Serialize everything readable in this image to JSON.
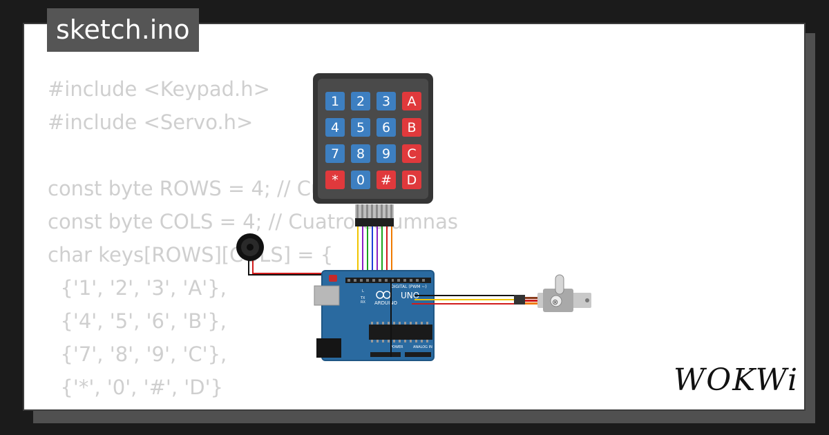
{
  "file_title": "sketch.ino",
  "code_lines": [
    "#include <Keypad.h>",
    "#include <Servo.h>",
    "",
    "const byte ROWS = 4; // Cuatro filas",
    "const byte COLS = 4; // Cuatro columnas",
    "char keys[ROWS][COLS] = {",
    "  {'1', '2', '3', 'A'},",
    "  {'4', '5', '6', 'B'},",
    "  {'7', '8', '9', 'C'},",
    "  {'*', '0', '#', 'D'}",
    "};"
  ],
  "keypad": {
    "rows": [
      [
        "1",
        "2",
        "3",
        "A"
      ],
      [
        "4",
        "5",
        "6",
        "B"
      ],
      [
        "7",
        "8",
        "9",
        "C"
      ],
      [
        "*",
        "0",
        "#",
        "D"
      ]
    ],
    "colors": {
      "number_key": "#3d7fc1",
      "special_key": "#e0393c",
      "body": "#4a4a4a",
      "frame": "#353535"
    }
  },
  "arduino": {
    "brand_text": "ARDUINO",
    "model_text": "UNO",
    "digital_label": "DIGITAL (PWM ~)",
    "power_label": "POWER",
    "analog_label": "ANALOG IN",
    "tx_label": "TX",
    "rx_label": "RX",
    "l_label": "L",
    "board_color": "#2a6aa0"
  },
  "brand": "WOKWi",
  "colors": {
    "wire_red": "#d11b1b",
    "wire_black": "#111111",
    "wire_yellow": "#f0c400",
    "wire_orange": "#f07a00",
    "wire_green": "#1aa31a",
    "wire_blue": "#1e3cd8",
    "wire_purple": "#8a1fc4"
  }
}
